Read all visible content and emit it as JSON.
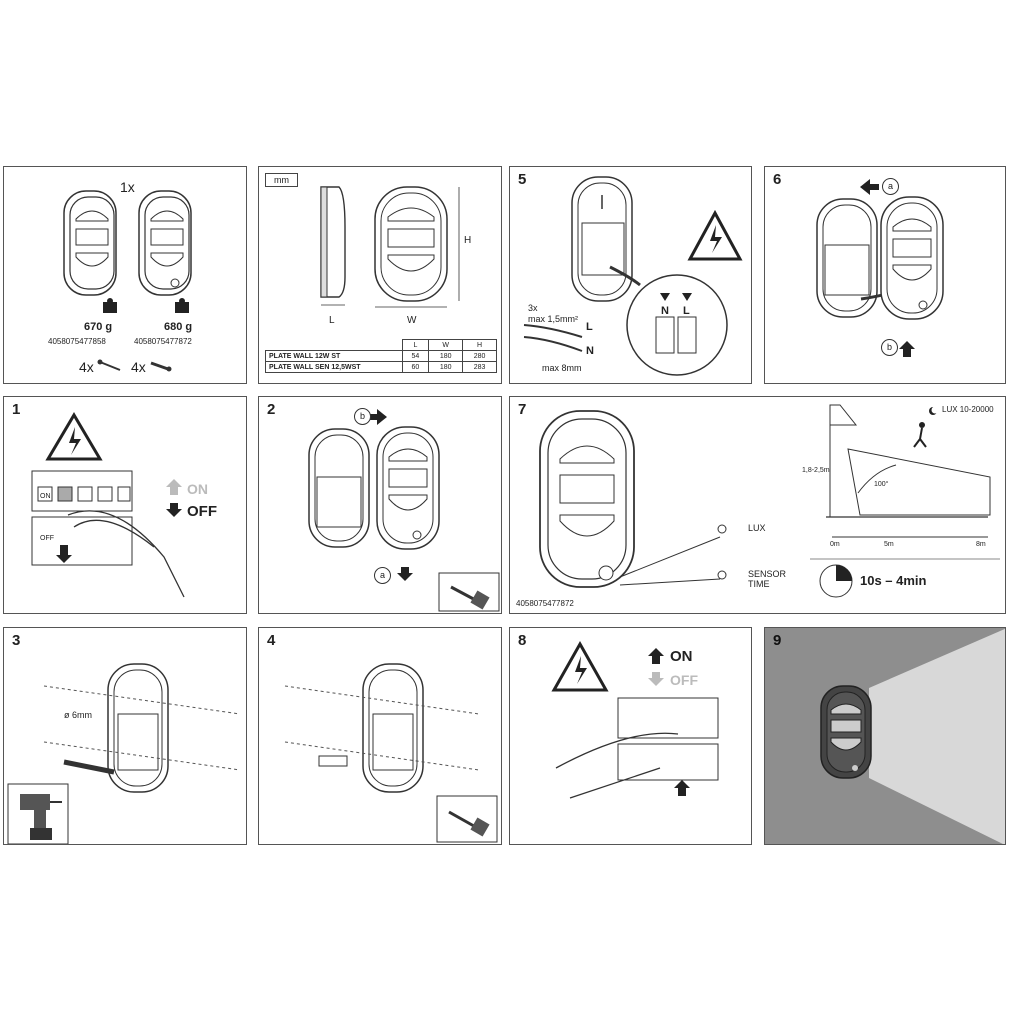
{
  "panel_1": {
    "quantity": "1x",
    "weight_a": "670 g",
    "code_a": "4058075477858",
    "weight_b": "680 g",
    "code_b": "4058075477872",
    "screws": "4x",
    "plugs": "4x"
  },
  "panel_2": {
    "unit": "mm",
    "label_l": "L",
    "label_w": "W",
    "label_h": "H",
    "table": {
      "headers": [
        "L",
        "W",
        "H"
      ],
      "rows": [
        {
          "name": "PLATE WALL 12W ST",
          "values": [
            "54",
            "180",
            "280"
          ]
        },
        {
          "name": "PLATE WALL SEN 12,5WST",
          "values": [
            "60",
            "180",
            "283"
          ]
        }
      ]
    }
  },
  "panel_5": {
    "number": "5",
    "cable_qty": "3x",
    "cable_spec": "max 1,5mm²",
    "strip": "max 8mm",
    "label_l": "L",
    "label_n": "N"
  },
  "panel_6": {
    "number": "6",
    "marker_a": "a",
    "marker_b": "b"
  },
  "step_1": {
    "number": "1",
    "on": "ON",
    "off": "OFF",
    "switch_on": "ON",
    "switch_off": "OFF"
  },
  "step_2": {
    "number": "2",
    "marker_b": "b",
    "marker_a": "a"
  },
  "step_7": {
    "number": "7",
    "code": "4058075477872",
    "lux_label": "LUX",
    "sensor_label": "SENSOR",
    "time_label": "TIME",
    "lux_range": "LUX 10-20000",
    "height": "1,8-2,5m",
    "angle": "100°",
    "dist_0": "0m",
    "dist_5": "5m",
    "dist_8": "8m",
    "timer": "10s – 4min"
  },
  "step_3": {
    "number": "3",
    "drill": "ø 6mm"
  },
  "step_4": {
    "number": "4"
  },
  "step_8": {
    "number": "8",
    "on": "ON",
    "off": "OFF"
  },
  "step_9": {
    "number": "9"
  },
  "colors": {
    "line": "#333333",
    "light": "#d8d8d8",
    "dark_panel": "#8e8e8e"
  }
}
